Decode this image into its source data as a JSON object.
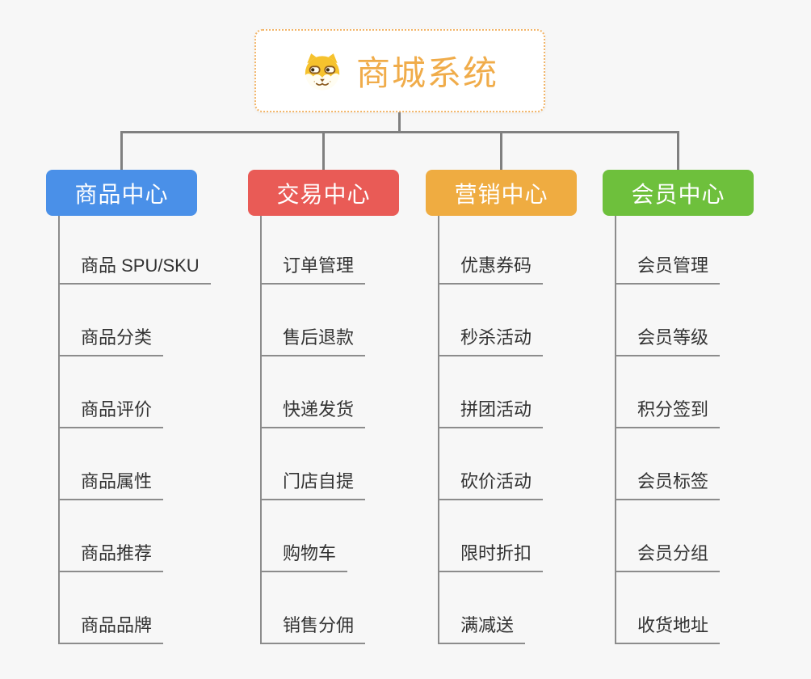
{
  "root": {
    "title": "商城系统",
    "icon": "doge-icon"
  },
  "colors": {
    "background": "#f7f7f7",
    "connector_line": "#808080",
    "underline": "#8c8c8c",
    "root_border": "#f2b569",
    "root_title": "#f0ac4a",
    "leaf_text": "#333333",
    "header_text": "#ffffff"
  },
  "branches": [
    {
      "label": "商品中心",
      "color": "#4a90e8",
      "children": [
        "商品 SPU/SKU",
        "商品分类",
        "商品评价",
        "商品属性",
        "商品推荐",
        "商品品牌"
      ]
    },
    {
      "label": "交易中心",
      "color": "#e95b56",
      "children": [
        "订单管理",
        "售后退款",
        "快递发货",
        "门店自提",
        "购物车",
        "销售分佣"
      ]
    },
    {
      "label": "营销中心",
      "color": "#efac41",
      "children": [
        "优惠券码",
        "秒杀活动",
        "拼团活动",
        "砍价活动",
        "限时折扣",
        "满减送"
      ]
    },
    {
      "label": "会员中心",
      "color": "#6ec03c",
      "children": [
        "会员管理",
        "会员等级",
        "积分签到",
        "会员标签",
        "会员分组",
        "收货地址"
      ]
    }
  ]
}
